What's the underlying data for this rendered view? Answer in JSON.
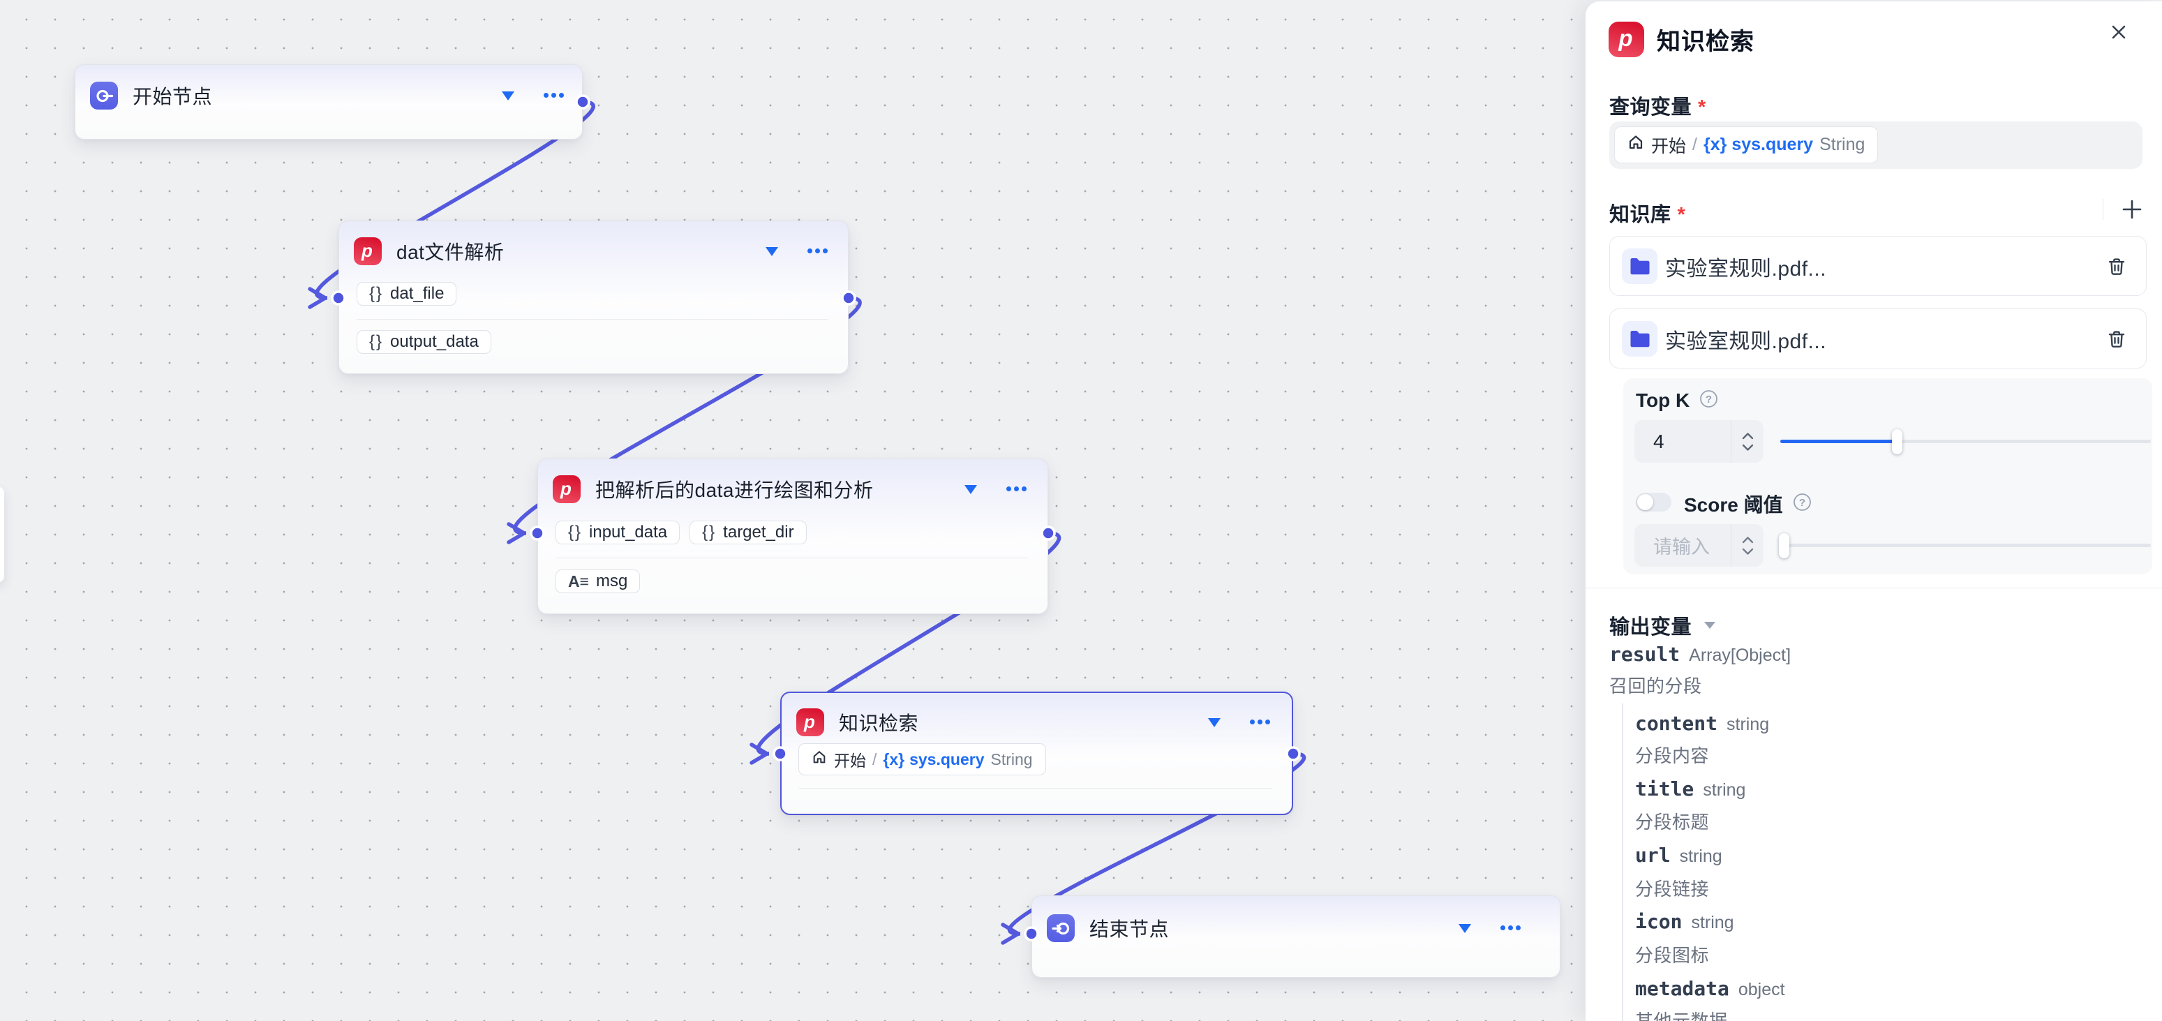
{
  "app": {
    "accent_blue": "#1f6af3",
    "edge_color": "#5459de",
    "node_icon_indigo": "#5a62e6",
    "brand_red": "#dc1a35",
    "canvas_bg": "#eff0f2"
  },
  "canvas": {
    "nodes": [
      {
        "id": "start",
        "title": "开始节点",
        "icon": "start-icon"
      },
      {
        "id": "dat-parse",
        "title": "dat文件解析",
        "icon": "p-logo",
        "inputs": [
          {
            "prefix": "{}",
            "label": "dat_file"
          }
        ],
        "outputs": [
          {
            "prefix": "{}",
            "label": "output_data"
          }
        ]
      },
      {
        "id": "plot-analyze",
        "title": "把解析后的data进行绘图和分析",
        "icon": "p-logo",
        "inputs": [
          {
            "prefix": "{}",
            "label": "input_data"
          },
          {
            "prefix": "{}",
            "label": "target_dir"
          }
        ],
        "outputs": [
          {
            "icon": "text-icon",
            "prefix": "A",
            "label": "msg"
          }
        ]
      },
      {
        "id": "kb-retrieval",
        "title": "知识检索",
        "icon": "p-logo",
        "selected": true,
        "variable_chip": {
          "source": "开始",
          "separator": "/",
          "var_prefix": "{x}",
          "var": "sys.query",
          "type": "String"
        }
      },
      {
        "id": "end",
        "title": "结束节点",
        "icon": "end-icon"
      }
    ]
  },
  "panel": {
    "title": "知识检索",
    "close_icon": "close-icon",
    "query_variable": {
      "label": "查询变量",
      "required": "*",
      "chip": {
        "source": "开始",
        "separator": "/",
        "var_prefix": "{x}",
        "var": "sys.query",
        "type": "String"
      }
    },
    "knowledge_base": {
      "label": "知识库",
      "required": "*",
      "add_icon": "plus-icon",
      "items": [
        {
          "name": "实验室规则.pdf...",
          "icon": "folder-icon",
          "delete_icon": "trash-icon"
        },
        {
          "name": "实验室规则.pdf...",
          "icon": "folder-icon",
          "delete_icon": "trash-icon"
        }
      ]
    },
    "top_k": {
      "label": "Top K",
      "value": "4",
      "slider_percent": 31.5,
      "range_hint": "1-10"
    },
    "score_threshold": {
      "label": "Score 阈值",
      "enabled": false,
      "placeholder": "请输入",
      "slider_percent": 0
    },
    "output_variables": {
      "label": "输出变量",
      "result": {
        "name": "result",
        "type": "Array[Object]",
        "desc": "召回的分段"
      },
      "fields": [
        {
          "name": "content",
          "type": "string",
          "desc": "分段内容"
        },
        {
          "name": "title",
          "type": "string",
          "desc": "分段标题"
        },
        {
          "name": "url",
          "type": "string",
          "desc": "分段链接"
        },
        {
          "name": "icon",
          "type": "string",
          "desc": "分段图标"
        },
        {
          "name": "metadata",
          "type": "object",
          "desc": "其他元数据"
        }
      ]
    }
  }
}
